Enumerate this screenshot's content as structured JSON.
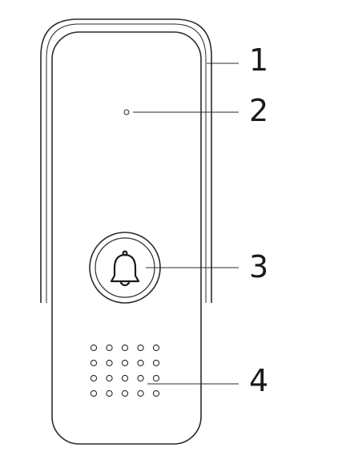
{
  "callouts": [
    {
      "label": "1",
      "part": "cover"
    },
    {
      "label": "2",
      "part": "indicator"
    },
    {
      "label": "3",
      "part": "bell-button"
    },
    {
      "label": "4",
      "part": "speaker-grille"
    }
  ],
  "speaker_grille": {
    "rows": 4,
    "cols": 5
  },
  "colors": {
    "stroke": "#2b2b2b",
    "background": "#ffffff"
  }
}
